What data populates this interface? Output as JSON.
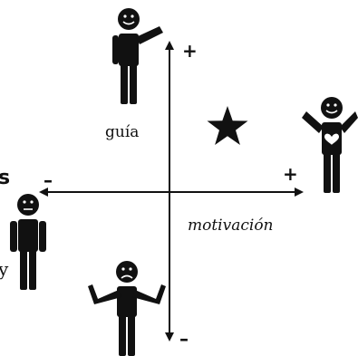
{
  "axes": {
    "vertical": {
      "positive_sign": "+",
      "negative_sign": "–"
    },
    "horizontal": {
      "positive_sign": "+",
      "negative_sign": "–"
    }
  },
  "labels": {
    "guide": "guía",
    "motivation": "motivación",
    "left_cut_top": "s",
    "left_cut_bottom": "y"
  },
  "colors": {
    "ink": "#111111",
    "background": "#ffffff"
  },
  "icons": {
    "star": "star-icon",
    "figures": [
      "waving-figure-icon",
      "cheering-heart-figure-icon",
      "neutral-figure-icon",
      "sad-shrugging-figure-icon"
    ]
  }
}
